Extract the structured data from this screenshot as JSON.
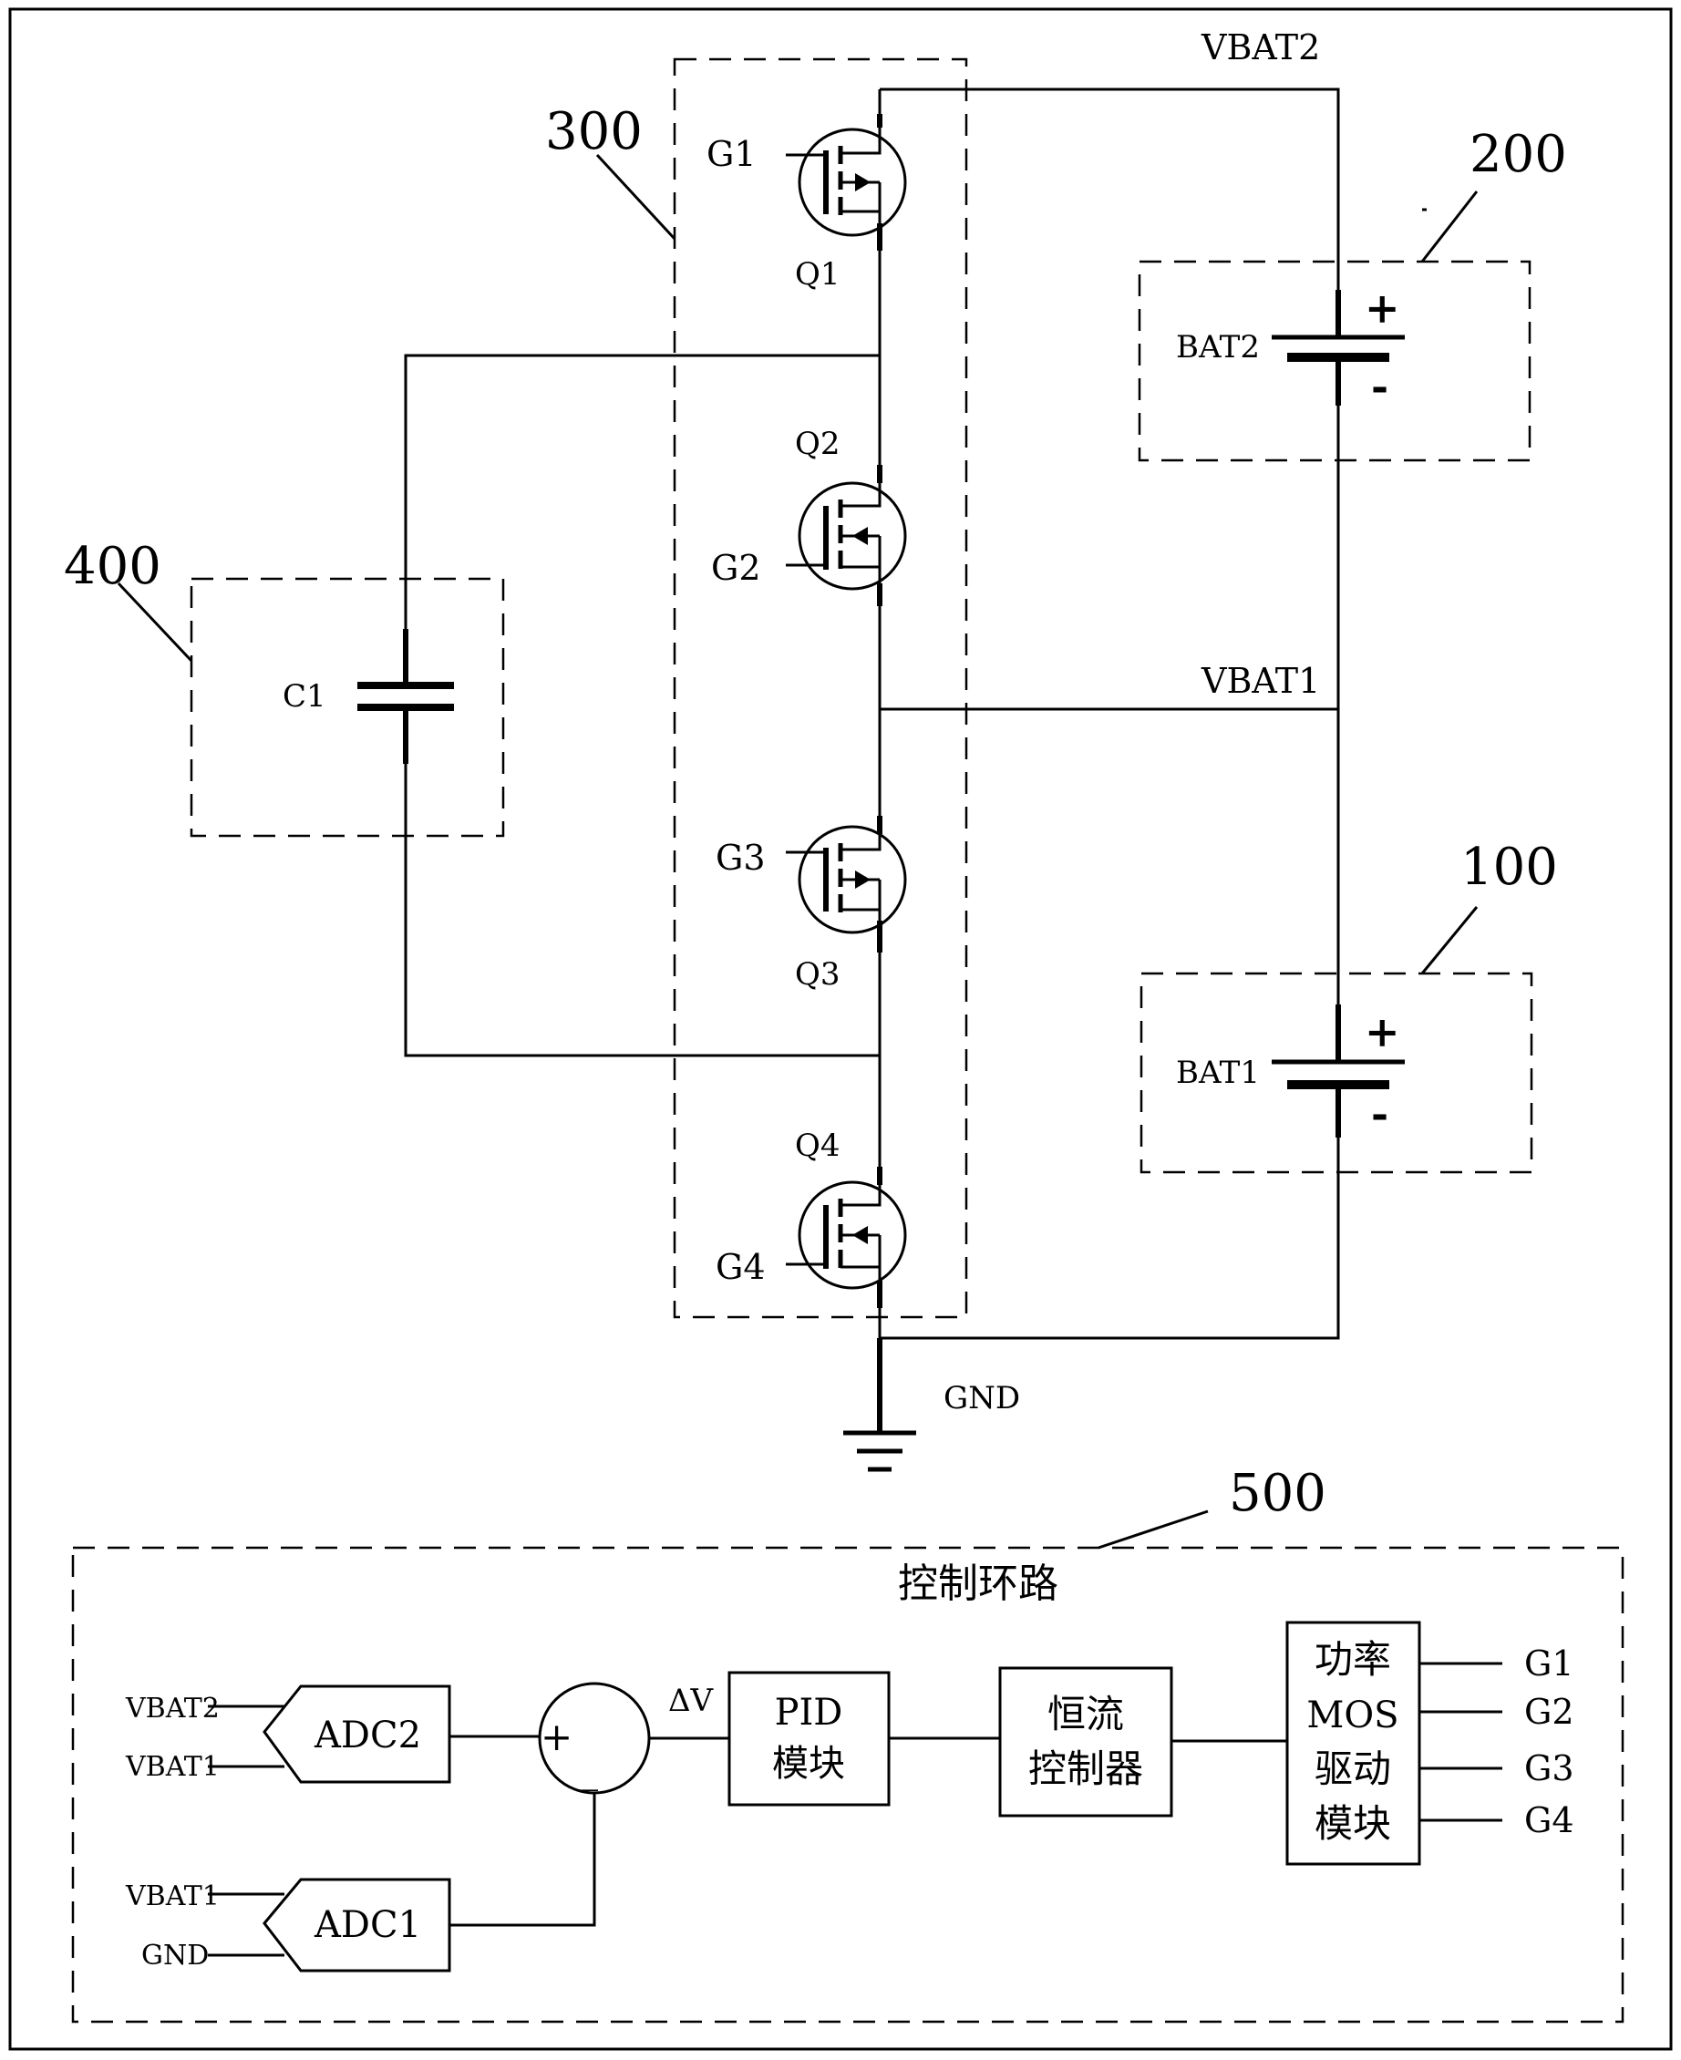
{
  "labels": {
    "vbat2_top": "VBAT2",
    "vbat1_mid": "VBAT1",
    "ref_300": "300",
    "ref_200": "200",
    "ref_400": "400",
    "ref_100": "100",
    "ref_500": "500",
    "g1": "G1",
    "g2": "G2",
    "g3": "G3",
    "g4": "G4",
    "q1": "Q1",
    "q2": "Q2",
    "q3": "Q3",
    "q4": "Q4",
    "bat2": "BAT2",
    "bat1": "BAT1",
    "c1": "C1",
    "gnd": "GND",
    "plus": "+",
    "minus": "-"
  },
  "control": {
    "title": "控制环路",
    "adc2": "ADC2",
    "adc1": "ADC1",
    "adc2_in1": "VBAT2",
    "adc2_in2": "VBAT1",
    "adc1_in1": "VBAT1",
    "adc1_in2": "GND",
    "sum_plus": "+",
    "sum_minus": "_",
    "delta_v": "ΔV",
    "pid_line1": "PID",
    "pid_line2": "模块",
    "cc_line1": "恒流",
    "cc_line2": "控制器",
    "drv_line1": "功率",
    "drv_line2": "MOS",
    "drv_line3": "驱动",
    "drv_line4": "模块",
    "out_g1": "G1",
    "out_g2": "G2",
    "out_g3": "G3",
    "out_g4": "G4"
  }
}
